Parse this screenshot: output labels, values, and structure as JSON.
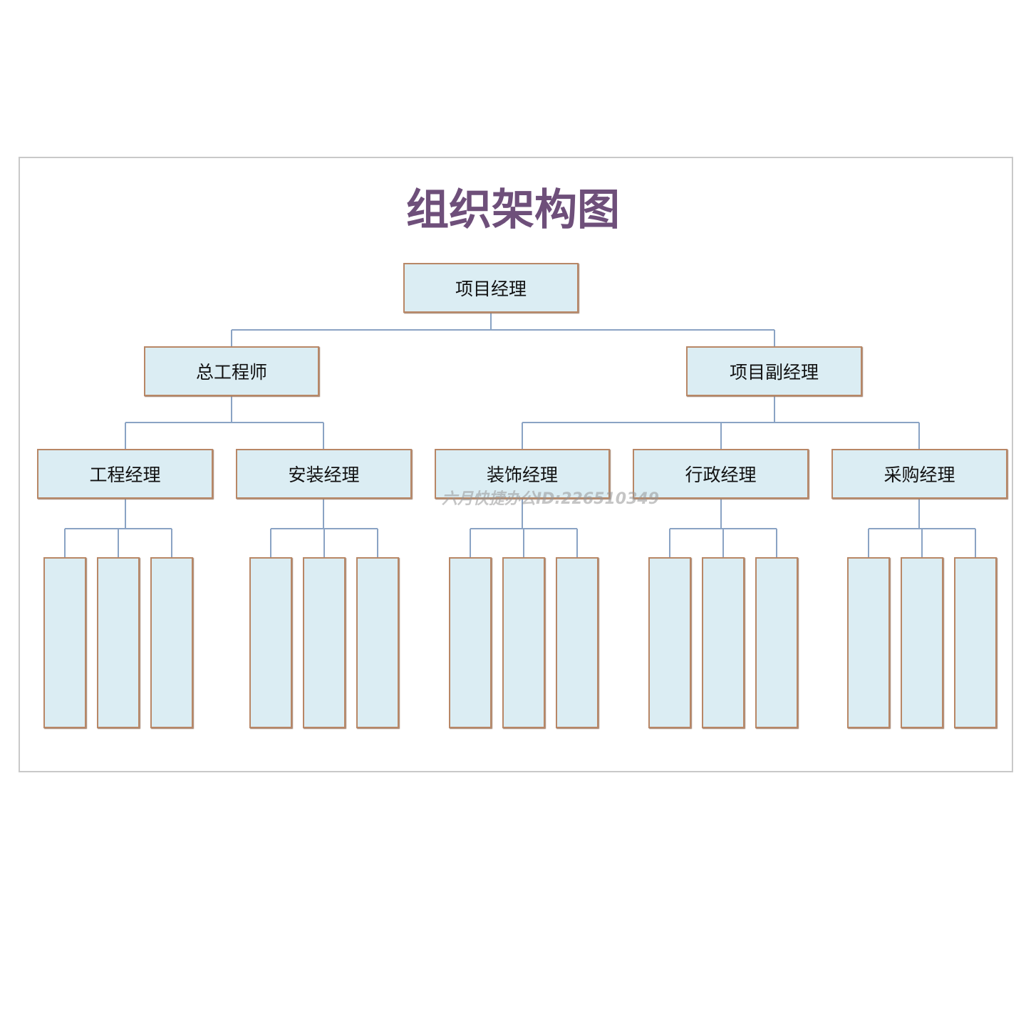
{
  "diagram": {
    "title": "组织架构图",
    "colors": {
      "title": "#6e4f7a",
      "box_fill": "#dbedf3",
      "box_border": "#b88766",
      "connector": "#8aa3c4",
      "frame": "#c9c9c9"
    },
    "root": {
      "label": "项目经理"
    },
    "level2": [
      {
        "label": "总工程师"
      },
      {
        "label": "项目副经理"
      }
    ],
    "level3": [
      {
        "label": "工程经理"
      },
      {
        "label": "安装经理"
      },
      {
        "label": "装饰经理"
      },
      {
        "label": "行政经理"
      },
      {
        "label": "采购经理"
      }
    ]
  },
  "watermark": "六月快捷办公ID:226510349"
}
